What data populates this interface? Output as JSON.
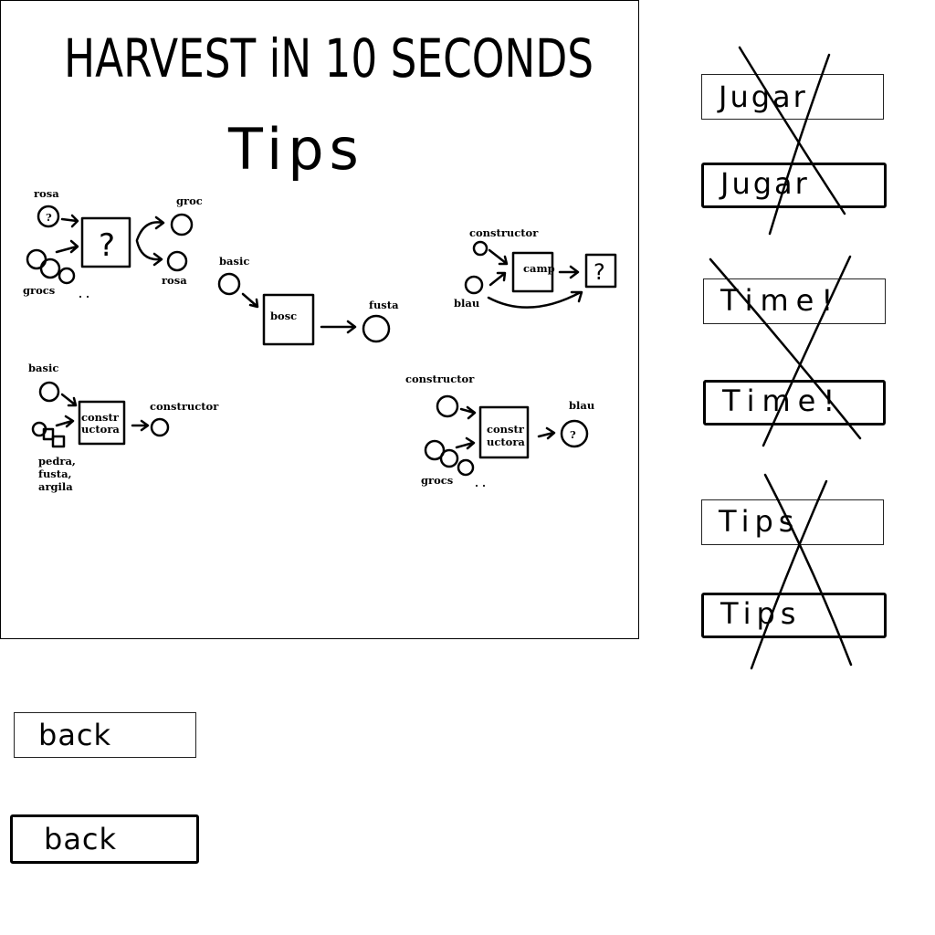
{
  "title": "HARVEST iN 10 SECONDS",
  "subtitle": "Tips",
  "tips": {
    "rosa": "rosa",
    "groc_top": "groc",
    "rosa_out": "rosa",
    "grocs_1": "grocs",
    "question": "?",
    "basic_1": "basic",
    "bosc": "bosc",
    "fusta": "fusta",
    "constructor_1": "constructor",
    "camp": "camp",
    "blau_1": "blau",
    "basic_2": "basic",
    "constr_1a": "constr",
    "constr_1b": "uctora",
    "constructor_out": "constructor",
    "materials_1": "pedra,",
    "materials_2": "fusta,",
    "materials_3": "argila",
    "constructor_2": "constructor",
    "constr_2a": "constr",
    "constr_2b": "uctora",
    "blau_2": "blau",
    "grocs_2": "grocs"
  },
  "buttons": {
    "jugar_normal": "Jugar",
    "jugar_pressed": "Jugar",
    "time_normal": "Time!",
    "time_pressed": "Time!",
    "tips_normal": "Tips",
    "tips_pressed": "Tips",
    "back_normal": "back",
    "back_pressed": "back"
  }
}
